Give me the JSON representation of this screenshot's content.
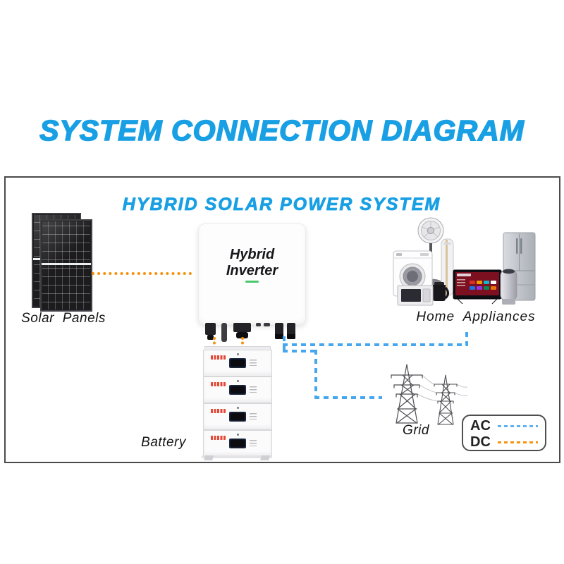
{
  "page": {
    "title": "SYSTEM CONNECTION DIAGRAM"
  },
  "diagram": {
    "subtitle": "HYBRID SOLAR POWER SYSTEM",
    "nodes": {
      "solar_panels": {
        "label": "Solar Panels"
      },
      "inverter": {
        "label_line1": "Hybrid",
        "label_line2": "Inverter"
      },
      "home_appliances": {
        "label": "Home Appliances"
      },
      "battery": {
        "label": "Battery"
      },
      "grid": {
        "label": "Grid"
      }
    },
    "legend": {
      "items": [
        {
          "label": "AC",
          "line_style": "dashed",
          "color": "#5FB2EF"
        },
        {
          "label": "DC",
          "line_style": "dashed",
          "color": "#F6920B"
        }
      ]
    },
    "connections": [
      {
        "from": "solar_panels",
        "to": "inverter",
        "type": "DC"
      },
      {
        "from": "inverter",
        "to": "battery",
        "type": "DC"
      },
      {
        "from": "inverter",
        "to": "home_appliances",
        "type": "AC"
      },
      {
        "from": "inverter",
        "to": "grid",
        "type": "AC"
      }
    ],
    "colors": {
      "title_blue": "#189FE4",
      "ac_blue": "#46A7EF",
      "dc_orange": "#F6920B",
      "border_gray": "#4b4b4b",
      "led_green": "#49C96A"
    }
  }
}
